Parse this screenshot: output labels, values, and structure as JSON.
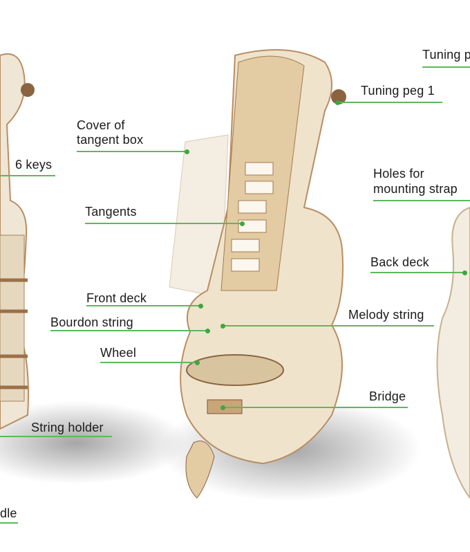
{
  "labels": {
    "tuning_peg_2": "Tuning p",
    "tuning_peg_1": "Tuning peg 1",
    "cover_line1": "Cover of",
    "cover_line2": "tangent box",
    "six_keys": "6 keys",
    "holes_line1": "Holes for",
    "holes_line2": "mounting strap",
    "tangents": "Tangents",
    "back_deck": "Back deck",
    "front_deck": "Front deck",
    "bourdon_string": "Bourdon string",
    "melody_string": "Melody string",
    "wheel": "Wheel",
    "bridge": "Bridge",
    "string_holder": "String holder",
    "handle_partial": "dle"
  },
  "colors": {
    "leader_line": "#5cb85c",
    "wood_light": "#efe6d6",
    "wood_dark": "#b98d62"
  }
}
